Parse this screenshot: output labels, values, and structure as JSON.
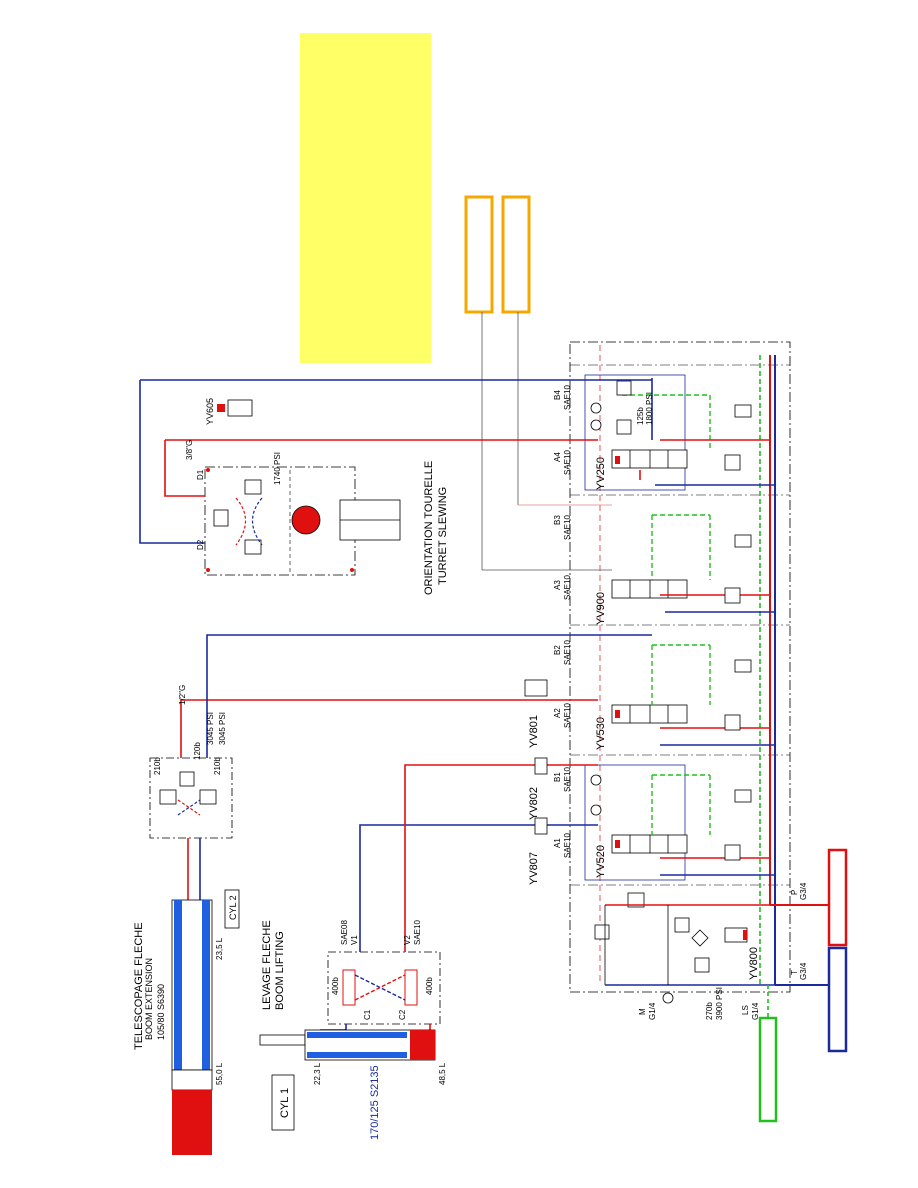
{
  "colors": {
    "pressure": "#e01010",
    "return": "#1a2a9c",
    "pilot": "#22c01c",
    "highlight_box": "#ffff66",
    "orange_box": "#f5a800",
    "cylinder_blue": "#1f5fe0",
    "cylinder_red": "#e01010"
  },
  "labels": {
    "boom_ext_title": "TELESCOPAGE FLECHE",
    "boom_ext_sub": "BOOM EXTENSION",
    "boom_ext_size": "105/80 S6390",
    "cyl2": "CYL 2",
    "boom_lift_title": "LEVAGE FLECHE",
    "boom_lift_sub": "BOOM LIFTING",
    "cyl1": "CYL 1",
    "boom_lift_size": "170/125 S2135",
    "vol_22": "22,3 L",
    "vol_48": "48,5 L",
    "vol_55": "55,0 L",
    "vol_23": "23,5 L",
    "turret_title": "ORIENTATION TOURELLE",
    "turret_sub": "TURRET SLEWING",
    "psi_1740": "1740 PSI",
    "psi_3045": "3045 PSI",
    "psi_3045b": "3045 PSI",
    "psi_1800": "1800 PSI",
    "psi_3900": "3900 PSI",
    "bar_270": "270b",
    "bar_120": "120b",
    "bar_210": "210b",
    "bar_210b": "210b",
    "bar_400": "400b",
    "bar_400b": "400b",
    "bar_125": "125b",
    "port_b4": "B4",
    "port_a4": "A4",
    "port_b3": "B3",
    "port_a3": "A3",
    "port_b2": "B2",
    "port_a2": "A2",
    "port_b1": "B1",
    "port_a1": "A1",
    "sae10": "SAE10",
    "sae08": "SAE08",
    "v1": "V1",
    "v2": "V2",
    "c1": "C1",
    "c2": "C2",
    "d1": "D1",
    "d2": "D2",
    "yv250": "YV250",
    "yv900": "YV900",
    "yv530": "YV530",
    "yv520": "YV520",
    "yv800": "YV800",
    "yv801": "YV801",
    "yv802": "YV802",
    "yv807": "YV807",
    "yv605": "YV605",
    "port_p": "P",
    "port_t": "T",
    "port_m": "M",
    "port_ls": "LS",
    "g34": "G3/4",
    "g14": "G1/4",
    "g38": "3/8\"G",
    "g12": "1/2\"G"
  }
}
